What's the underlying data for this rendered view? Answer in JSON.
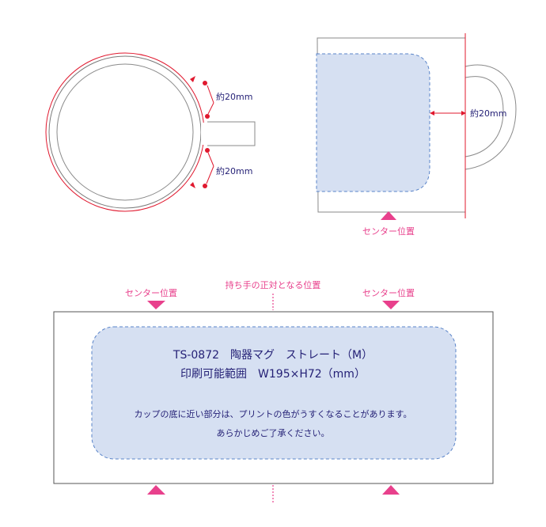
{
  "colors": {
    "pink": "#e8408c",
    "red": "#e0182e",
    "blue_dash": "#5a84c9",
    "print_fill": "#d6e0f2",
    "outline": "#6d6d6d",
    "text_dark": "#231f75"
  },
  "top_view": {
    "dim_upper": "約20mm",
    "dim_lower": "約20mm"
  },
  "side_view": {
    "dim_handle": "約20mm",
    "center_label": "センター位置"
  },
  "flat_view": {
    "center_left": "センター位置",
    "center_right": "センター位置",
    "handle_opposite": "持ち手の正対となる位置",
    "product_line": "TS-0872　陶器マグ　ストレート（M）",
    "area_line": "印刷可能範囲　W195×H72（mm）",
    "note_1": "カップの底に近い部分は、プリントの色がうすくなることがあります。",
    "note_2": "あらかじめご了承ください。"
  }
}
